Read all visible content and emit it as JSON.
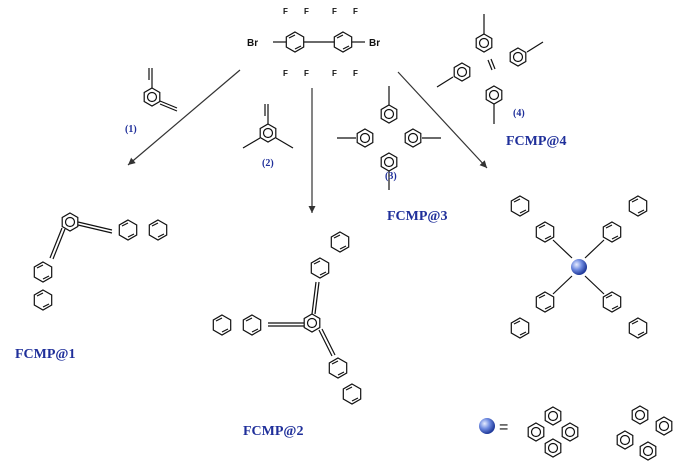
{
  "reactant": {
    "atom_f": "F",
    "atom_br": "Br"
  },
  "linkers": [
    {
      "num": "(1)"
    },
    {
      "num": "(2)"
    },
    {
      "num": "(3)"
    },
    {
      "num": "(4)"
    }
  ],
  "products": [
    {
      "label": "FCMP@1"
    },
    {
      "label": "FCMP@2"
    },
    {
      "label": "FCMP@3"
    },
    {
      "label": "FCMP@4"
    }
  ],
  "legend": {
    "equals": "="
  },
  "colors": {
    "label_blue": "#1f2f9a",
    "node_blue": "#4a67c9"
  }
}
